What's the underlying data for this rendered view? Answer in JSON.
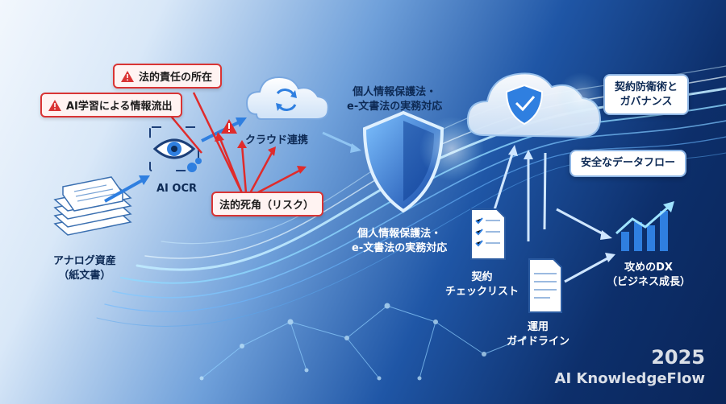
{
  "warnings": {
    "legal_responsibility": "法的責任の所在",
    "ai_learning_leak": "AI学習による情報流出",
    "legal_blind_spot": "法的死角（リスク）"
  },
  "nodes": {
    "ai_ocr": "AI OCR",
    "cloud_link": "クラウド連携",
    "analog_assets_line1": "アナログ資産",
    "analog_assets_line2": "（紙文書）",
    "law_top_line1": "個人情報保護法・",
    "law_top_line2": "e-文書法の実務対応",
    "law_mid_line1": "個人情報保護法・",
    "law_mid_line2": "e-文書法の実務対応",
    "contract_defense_line1": "契約防衛術と",
    "contract_defense_line2": "ガバナンス",
    "safe_flow": "安全なデータフロー",
    "checklist_line1": "契約",
    "checklist_line2": "チェックリスト",
    "guideline_line1": "運用",
    "guideline_line2": "ガイドライン",
    "dx_line1": "攻めのDX",
    "dx_line2": "（ビジネス成長）"
  },
  "brand": {
    "year": "2025",
    "name": "AI KnowledgeFlow"
  },
  "colors": {
    "warning_red": "#d93434",
    "accent_blue": "#2f7fe0",
    "glow_cyan": "#9fe3ff"
  }
}
